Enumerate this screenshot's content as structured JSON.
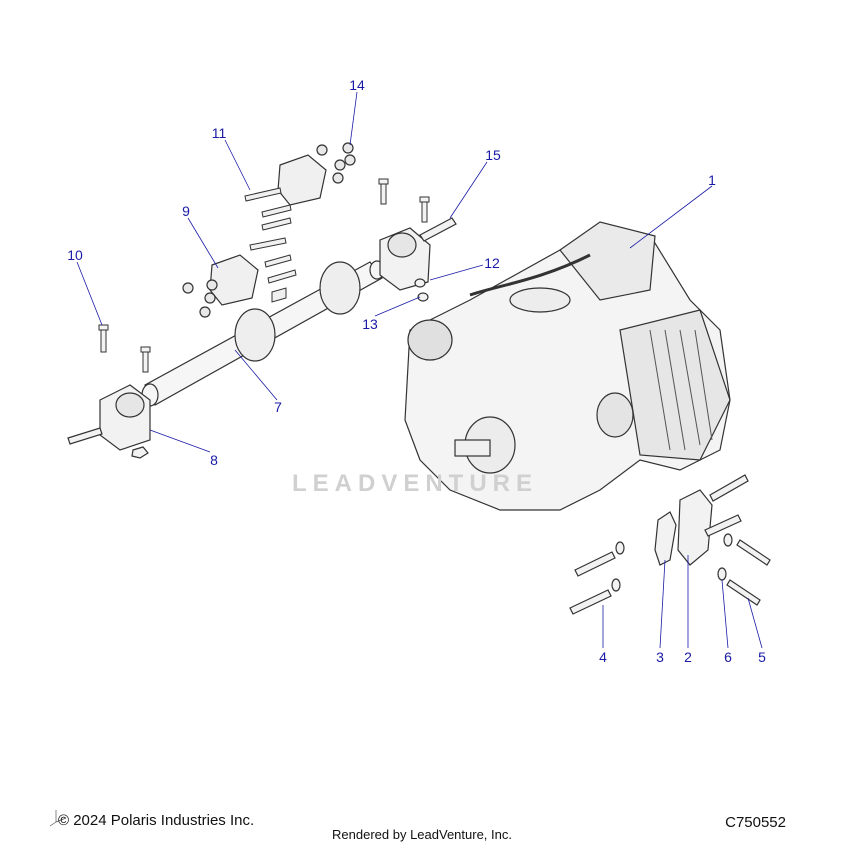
{
  "callouts": [
    {
      "id": "1",
      "label": "1"
    },
    {
      "id": "2",
      "label": "2"
    },
    {
      "id": "3",
      "label": "3"
    },
    {
      "id": "4",
      "label": "4"
    },
    {
      "id": "5",
      "label": "5"
    },
    {
      "id": "6",
      "label": "6"
    },
    {
      "id": "7",
      "label": "7"
    },
    {
      "id": "8",
      "label": "8"
    },
    {
      "id": "9",
      "label": "9"
    },
    {
      "id": "10",
      "label": "10"
    },
    {
      "id": "11",
      "label": "11"
    },
    {
      "id": "12",
      "label": "12"
    },
    {
      "id": "13",
      "label": "13"
    },
    {
      "id": "14",
      "label": "14"
    },
    {
      "id": "15",
      "label": "15"
    }
  ],
  "footer": {
    "copyright": "© 2024 Polaris Industries Inc.",
    "rendered_by": "Rendered by LeadVenture, Inc.",
    "diagram_code": "C750552"
  },
  "watermark": "LEADVENTURE",
  "colors": {
    "callout": "#1a1aa6",
    "line": "#1a1aa6",
    "part_stroke": "#333333"
  }
}
